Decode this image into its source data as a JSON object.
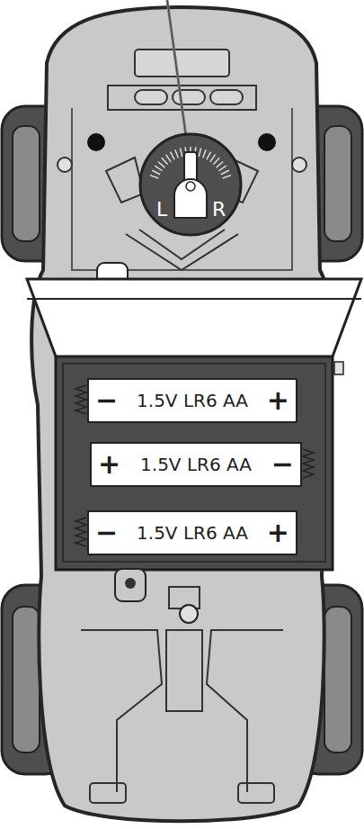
{
  "diagram": {
    "nodes": [
      {
        "text": [
          "L",
          "R"
        ]
      },
      {
        "text": [
          "−",
          "1.5V LR6 AA",
          "+"
        ]
      },
      {
        "text": [
          "+",
          "1.5V LR6 AA",
          "−"
        ]
      },
      {
        "text": [
          "−",
          "1.5V LR6 AA",
          "+"
        ]
      }
    ]
  }
}
